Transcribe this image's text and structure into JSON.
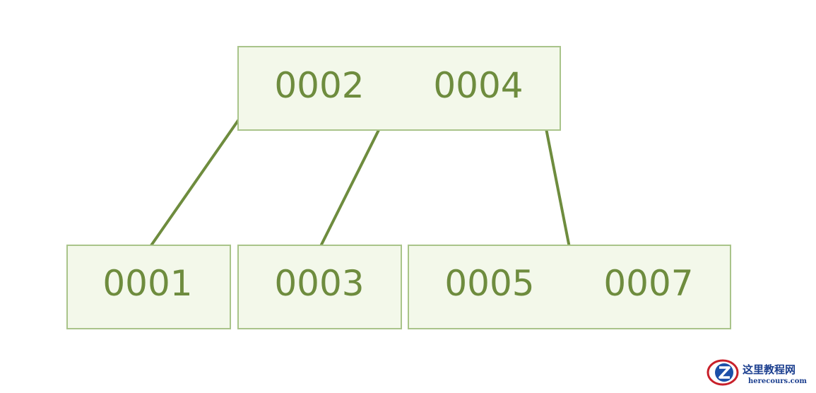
{
  "tree": {
    "root": {
      "keys": [
        "0002",
        "0004"
      ]
    },
    "leaves": [
      {
        "keys": [
          "0001"
        ]
      },
      {
        "keys": [
          "0003"
        ]
      },
      {
        "keys": [
          "0005",
          "0007"
        ]
      }
    ]
  },
  "colors": {
    "node_fill": "#f3f8ea",
    "node_border": "#a9c48a",
    "key_text": "#6e8c3e",
    "link_stroke": "#6e8c3e"
  },
  "watermark": {
    "title": "这里教程网",
    "url": "herecours.com",
    "logo_icon": "z-logo-icon"
  }
}
